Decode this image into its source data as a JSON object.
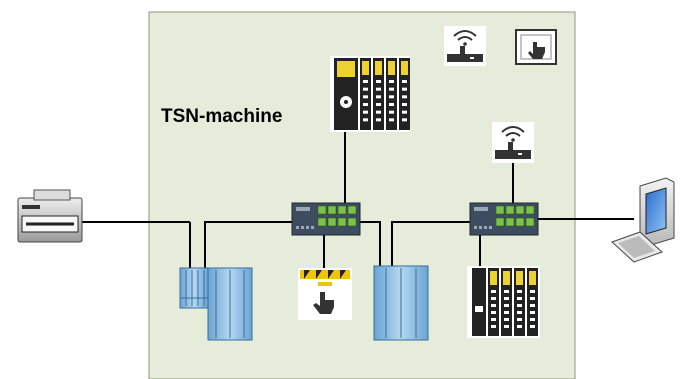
{
  "diagram": {
    "zone_label": "TSN-machine",
    "colors": {
      "zone_fill": "#e6ecda",
      "zone_border": "#8a9a7a",
      "line": "#000000",
      "switch_body": "#3d4c5e",
      "switch_port": "#7cc24a",
      "plc_yellow": "#ecd230",
      "module_blue": "#9ec8e8",
      "hazard_yellow": "#f1c400"
    },
    "devices": [
      {
        "id": "printer",
        "icon": "printer-icon"
      },
      {
        "id": "pc",
        "icon": "computer-icon"
      },
      {
        "id": "switch-left",
        "icon": "network-switch-icon"
      },
      {
        "id": "switch-right",
        "icon": "network-switch-icon"
      },
      {
        "id": "controller-top",
        "icon": "io-controller-icon"
      },
      {
        "id": "controller-bottom",
        "icon": "io-controller-icon"
      },
      {
        "id": "router-top",
        "icon": "wireless-router-icon"
      },
      {
        "id": "router-right",
        "icon": "wireless-router-icon"
      },
      {
        "id": "touch-panel",
        "icon": "touch-panel-icon"
      },
      {
        "id": "estop",
        "icon": "emergency-stop-icon"
      },
      {
        "id": "rack-left",
        "icon": "plc-rack-icon"
      },
      {
        "id": "rack-middle",
        "icon": "plc-rack-icon"
      }
    ]
  }
}
